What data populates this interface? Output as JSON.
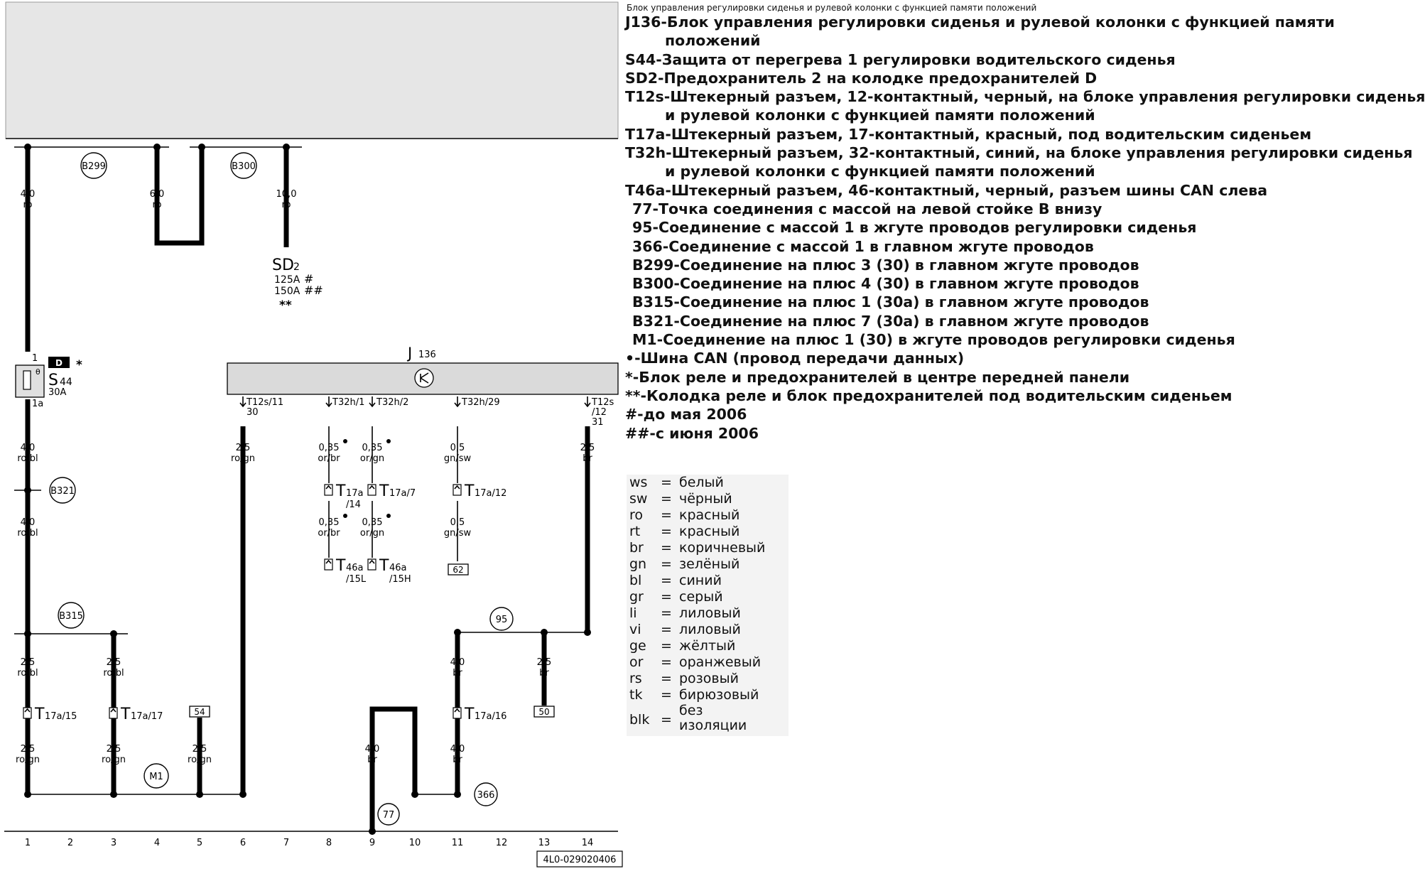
{
  "header": {
    "subtitle": "Блок управления регулировки сиденья и рулевой колонки с функцией памяти положений"
  },
  "legend": {
    "items": [
      {
        "lines": [
          "J136-Блок управления регулировки сиденья и рулевой колонки с функцией памяти",
          "положений"
        ]
      },
      {
        "lines": [
          "S44-Защита от перегрева 1 регулировки водительского сиденья"
        ]
      },
      {
        "lines": [
          "SD2-Предохранитель 2 на колодке предохранителей D"
        ]
      },
      {
        "lines": [
          "T12s-Штекерный разъем, 12-контактный, черный, на блоке управления регулировки сиденья",
          "и рулевой колонки с функцией памяти положений"
        ]
      },
      {
        "lines": [
          "T17a-Штекерный разъем, 17-контактный, красный, под водительским сиденьем"
        ]
      },
      {
        "lines": [
          "T32h-Штекерный разъем, 32-контактный, синий, на блоке управления регулировки сиденья",
          "и рулевой колонки с функцией памяти положений"
        ]
      },
      {
        "lines": [
          "T46a-Штекерный разъем, 46-контактный, черный, разъем шины CAN слева"
        ]
      },
      {
        "lines": [
          "77-Точка соединения с массой на левой стойке B внизу"
        ]
      },
      {
        "lines": [
          "95-Соединение с массой 1 в жгуте проводов регулировки сиденья"
        ]
      },
      {
        "lines": [
          "366-Соединение с массой 1 в главном жгуте проводов"
        ]
      },
      {
        "lines": [
          "B299-Соединение на плюс 3 (30) в главном жгуте проводов"
        ]
      },
      {
        "lines": [
          "B300-Соединение на плюс 4 (30) в главном жгуте проводов"
        ]
      },
      {
        "lines": [
          "B315-Соединение на плюс 1 (30a) в главном жгуте проводов"
        ]
      },
      {
        "lines": [
          "B321-Соединение на плюс 7 (30a) в главном жгуте проводов"
        ]
      },
      {
        "lines": [
          "M1-Соединение на плюс 1 (30) в жгуте проводов регулировки сиденья"
        ]
      },
      {
        "lines": [
          "•-Шина CAN (провод передачи данных)"
        ]
      },
      {
        "lines": [
          "*-Блок реле и предохранителей в центре передней панели"
        ]
      },
      {
        "lines": [
          "**-Колодка реле и блок предохранителей под водительским сиденьем"
        ]
      },
      {
        "lines": [
          "#-до мая 2006"
        ]
      },
      {
        "lines": [
          "##-с июня 2006"
        ]
      }
    ]
  },
  "colors": [
    {
      "code": "ws",
      "name": "белый"
    },
    {
      "code": "sw",
      "name": "чёрный"
    },
    {
      "code": "ro",
      "name": "красный"
    },
    {
      "code": "rt",
      "name": "красный"
    },
    {
      "code": "br",
      "name": "коричневый"
    },
    {
      "code": "gn",
      "name": "зелёный"
    },
    {
      "code": "bl",
      "name": "синий"
    },
    {
      "code": "gr",
      "name": "серый"
    },
    {
      "code": "li",
      "name": "лиловый"
    },
    {
      "code": "vi",
      "name": "лиловый"
    },
    {
      "code": "ge",
      "name": "жёлтый"
    },
    {
      "code": "or",
      "name": "оранжевый"
    },
    {
      "code": "rs",
      "name": "розовый"
    },
    {
      "code": "tk",
      "name": "бирюзовый"
    },
    {
      "code": "blk",
      "name": "без изоляции",
      "name_lines": [
        "без",
        "изоляции"
      ]
    }
  ],
  "eq": "=",
  "diagram": {
    "junctions": {
      "b299": "B299",
      "b300": "B300",
      "b321": "B321",
      "b315": "B315",
      "m1": "M1",
      "g95": "95",
      "g366": "366",
      "g77": "77"
    },
    "sd2": {
      "name": "SD",
      "sub": "2",
      "a1": "125A",
      "m1": "#",
      "a2": "150A",
      "m2": "##",
      "note": "**"
    },
    "s44": {
      "name": "S",
      "sub": "44",
      "rating": "30A",
      "pin_in": "1",
      "pin_out": "1a",
      "box": "D",
      "note": "*",
      "theta": "θ"
    },
    "j136": {
      "name": "J",
      "sub": "136"
    },
    "wires": {
      "w1": [
        "4,0",
        "ro"
      ],
      "w2": [
        "6,0",
        "ro"
      ],
      "w3": [
        "10,0",
        "ro"
      ],
      "w4": [
        "4,0",
        "ro/bl"
      ],
      "w5": [
        "4,0",
        "ro/bl"
      ],
      "w6": [
        "2,5",
        "ro/bl"
      ],
      "w7": [
        "2,5",
        "ro/bl"
      ],
      "w8": [
        "2,5",
        "ro/gn"
      ],
      "w9": [
        "2,5",
        "ro/gn"
      ],
      "w10": [
        "2,5",
        "ro/gn"
      ],
      "w11": [
        "2,5",
        "ro/gn"
      ],
      "w12": [
        "0,35",
        "or/br"
      ],
      "w13": [
        "0,35",
        "or/gn"
      ],
      "w14": [
        "0,35",
        "or/br"
      ],
      "w15": [
        "0,35",
        "or/gn"
      ],
      "w16": [
        "0,5",
        "gn/sw"
      ],
      "w17": [
        "0,5",
        "gn/sw"
      ],
      "w18": [
        "2,5",
        "br"
      ],
      "w19": [
        "4,0",
        "br"
      ],
      "w20": [
        "2,5",
        "br"
      ],
      "w21": [
        "4,0",
        "br"
      ],
      "w22": [
        "4,0",
        "br"
      ]
    },
    "pins": {
      "t12s11": "T12s/11",
      "t12s11b": "30",
      "t32h1": "T32h/1",
      "t32h2": "T32h/2",
      "t32h29": "T32h/29",
      "t12s12": "T12s",
      "t12s12b": "/12",
      "t12s12c": "31"
    },
    "connectors": {
      "t17a15": {
        "name": "T",
        "sub": "17a/15"
      },
      "t17a17": {
        "name": "T",
        "sub": "17a/17"
      },
      "t17a14": {
        "name": "T",
        "sub": "17a",
        "sub2": "/14"
      },
      "t17a7": {
        "name": "T",
        "sub": "17a/7"
      },
      "t17a12": {
        "name": "T",
        "sub": "17a/12"
      },
      "t17a16": {
        "name": "T",
        "sub": "17a/16"
      },
      "t46a15l": {
        "name": "T",
        "sub": "46a",
        "sub2": "/15L"
      },
      "t46a15h": {
        "name": "T",
        "sub": "46a",
        "sub2": "/15H"
      }
    },
    "refs": {
      "r54": "54",
      "r62": "62",
      "r50": "50"
    },
    "columns": [
      "1",
      "2",
      "3",
      "4",
      "5",
      "6",
      "7",
      "8",
      "9",
      "10",
      "11",
      "12",
      "13",
      "14"
    ],
    "code": "4L0-029020406"
  }
}
